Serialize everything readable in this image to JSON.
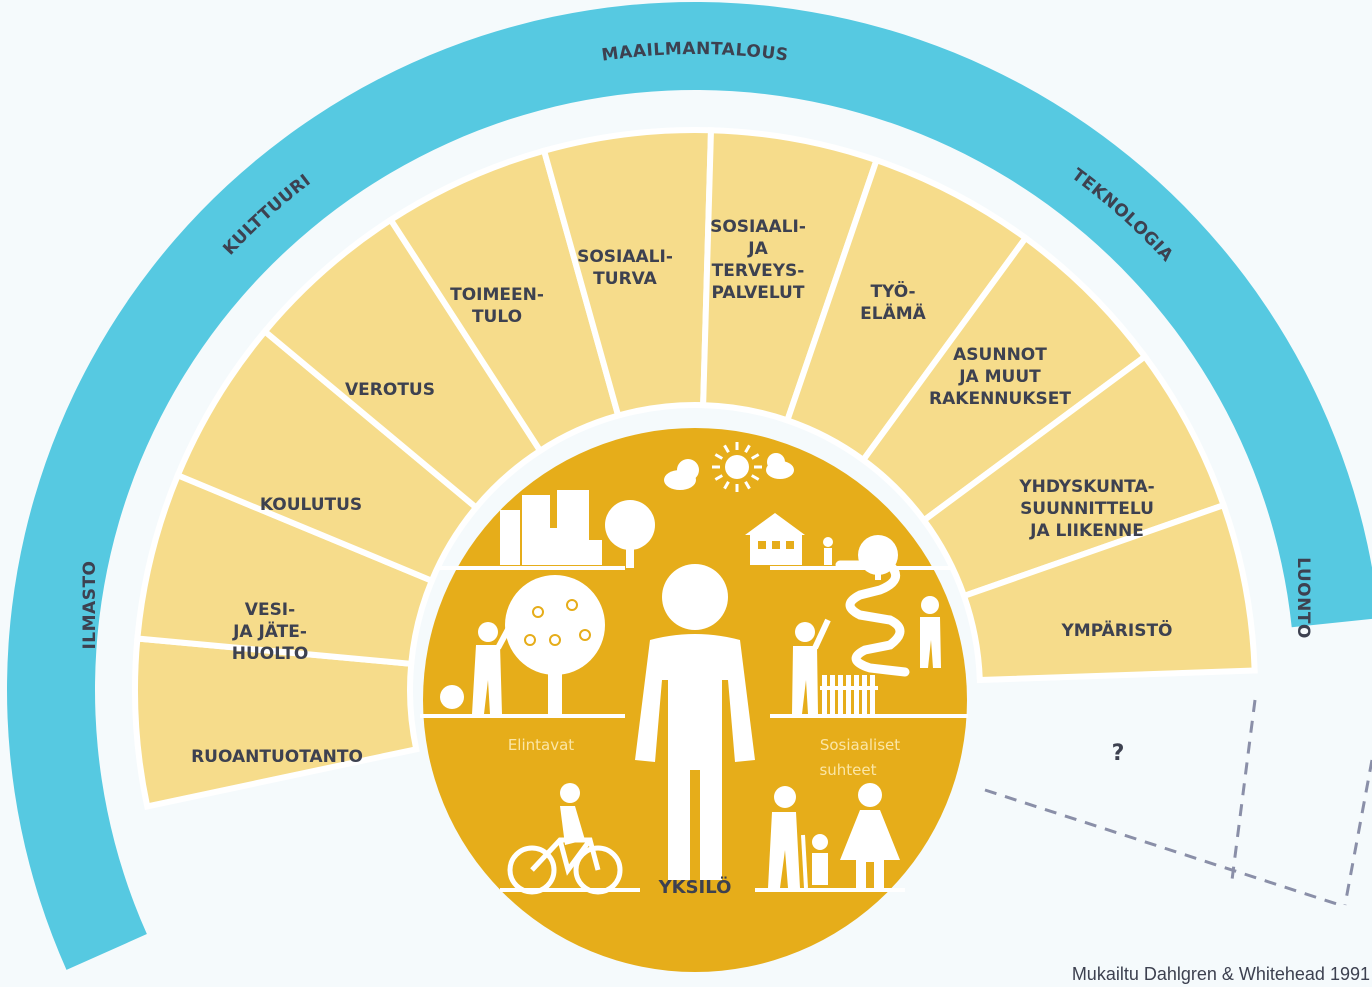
{
  "outer_ring": {
    "left": "ILMASTO",
    "top_left": "KULTTUURI",
    "top": "MAAILMANTALOUS",
    "top_right": "TEKNOLOGIA",
    "right": "LUONTO"
  },
  "segments": [
    [
      "RUOANTUOTANTO"
    ],
    [
      "VESI-",
      "JA JÄTE-",
      "HUOLTO"
    ],
    [
      "KOULUTUS"
    ],
    [
      "VEROTUS"
    ],
    [
      "TOIMEEN-",
      "TULO"
    ],
    [
      "SOSIAALI-",
      "TURVA"
    ],
    [
      "SOSIAALI-",
      "JA",
      "TERVEYS-",
      "PALVELUT"
    ],
    [
      "TYÖ-",
      "ELÄMÄ"
    ],
    [
      "ASUNNOT",
      "JA MUUT",
      "RAKENNUKSET"
    ],
    [
      "YHDYSKUNTA-",
      "SUUNNITTELU",
      "JA LIIKENNE"
    ],
    [
      "YMPÄRISTÖ"
    ]
  ],
  "open_segment": "?",
  "center": {
    "individual": "YKSILÖ",
    "lifestyle": "Elintavat",
    "social_1": "Sosiaaliset",
    "social_2": "suhteet"
  },
  "attribution": "Mukailtu Dahlgren & Whitehead 1991",
  "colors": {
    "ring": "#56c9e1",
    "segment": "#f6dc8b",
    "center": "#e6ad1a",
    "text": "#3d4150",
    "dashed": "#8a8fa8"
  }
}
